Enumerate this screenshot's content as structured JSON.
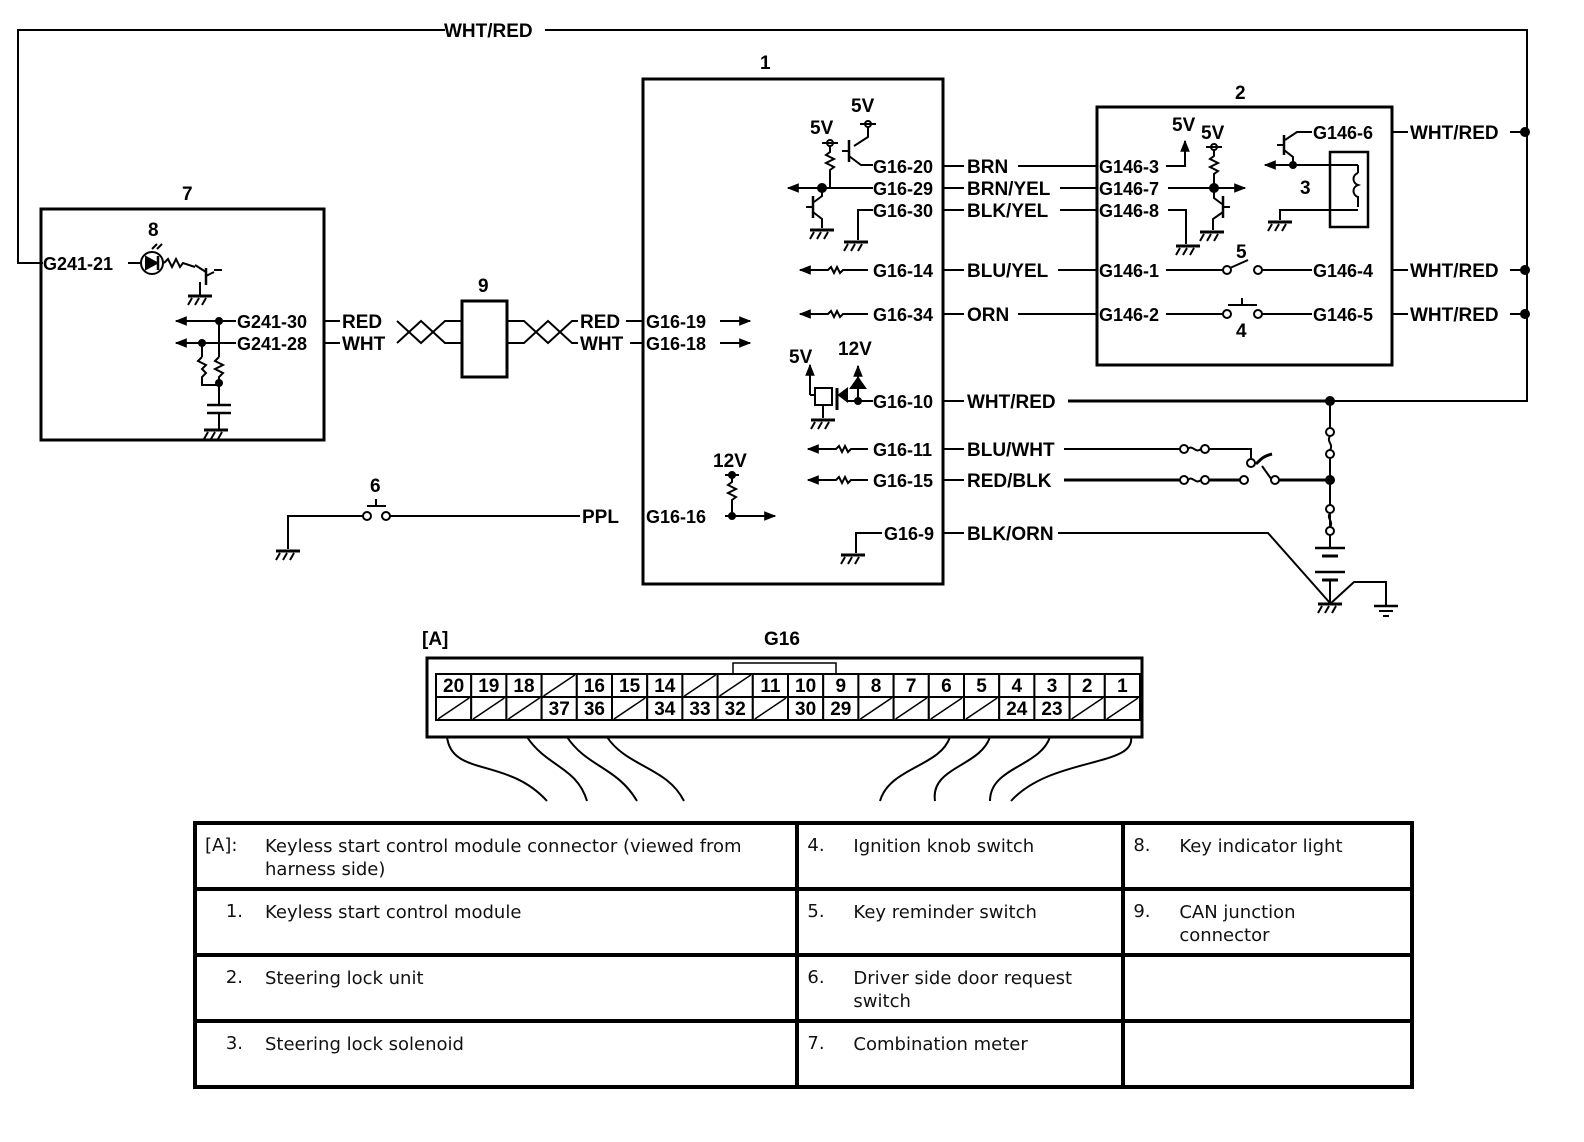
{
  "title": "Keyless start system wiring diagram",
  "top_wire": {
    "color": "WHT/RED"
  },
  "components": {
    "c1": {
      "num": "1",
      "name": "Keyless start control module"
    },
    "c2": {
      "num": "2",
      "name": "Steering lock unit"
    },
    "c3": {
      "num": "3",
      "name": "Steering lock solenoid"
    },
    "c4": {
      "num": "4",
      "name": "Ignition knob switch"
    },
    "c5": {
      "num": "5",
      "name": "Key reminder switch"
    },
    "c6": {
      "num": "6",
      "name": "Driver side door request switch"
    },
    "c7": {
      "num": "7",
      "name": "Combination meter"
    },
    "c8": {
      "num": "8",
      "name": "Key indicator light"
    },
    "c9": {
      "num": "9",
      "name": "CAN junction connector"
    }
  },
  "meter_pins": {
    "p21": "G241-21",
    "p30": "G241-30",
    "p28": "G241-28"
  },
  "can_wires": {
    "left_red": "RED",
    "left_wht": "WHT",
    "right_red": "RED",
    "right_wht": "WHT"
  },
  "module_pins": [
    {
      "pin": "G16-20",
      "wire": "BRN"
    },
    {
      "pin": "G16-29",
      "wire": "BRN/YEL"
    },
    {
      "pin": "G16-30",
      "wire": "BLK/YEL"
    },
    {
      "pin": "G16-14",
      "wire": "BLU/YEL"
    },
    {
      "pin": "G16-34",
      "wire": "ORN"
    },
    {
      "pin": "G16-10",
      "wire": "WHT/RED"
    },
    {
      "pin": "G16-11",
      "wire": "BLU/WHT"
    },
    {
      "pin": "G16-15",
      "wire": "RED/BLK"
    },
    {
      "pin": "G16-9",
      "wire": "BLK/ORN"
    },
    {
      "pin": "G16-19",
      "wire": "RED"
    },
    {
      "pin": "G16-18",
      "wire": "WHT"
    },
    {
      "pin": "G16-16",
      "wire": "PPL"
    }
  ],
  "lock_pins": {
    "p3": "G146-3",
    "p7": "G146-7",
    "p8": "G146-8",
    "p1": "G146-1",
    "p2": "G146-2",
    "p4": "G146-4",
    "p5": "G146-5",
    "p6": "G146-6"
  },
  "lock_wires": {
    "w6": "WHT/RED",
    "w4": "WHT/RED",
    "w5": "WHT/RED"
  },
  "voltages": {
    "v5": "5V",
    "v12": "12V"
  },
  "connector": {
    "label": "[A]",
    "name": "G16",
    "top_row": [
      "20",
      "19",
      "18",
      "",
      "16",
      "15",
      "14",
      "",
      "",
      "11",
      "10",
      "9",
      "8",
      "7",
      "6",
      "5",
      "4",
      "3",
      "2",
      "1"
    ],
    "bottom_row": [
      "",
      "",
      "",
      "37",
      "36",
      "",
      "34",
      "33",
      "32",
      "",
      "30",
      "29",
      "",
      "",
      "",
      "",
      "24",
      "23",
      "",
      ""
    ]
  },
  "legend": [
    [
      {
        "key": "[A]:",
        "text": "Keyless start control module connector (viewed from harness side)"
      },
      {
        "key": "4.",
        "text": "Ignition knob switch"
      },
      {
        "key": "8.",
        "text": "Key indicator light"
      }
    ],
    [
      {
        "key": "1.",
        "text": "Keyless start control module"
      },
      {
        "key": "5.",
        "text": "Key reminder switch"
      },
      {
        "key": "9.",
        "text": "CAN junction connector"
      }
    ],
    [
      {
        "key": "2.",
        "text": "Steering lock unit"
      },
      {
        "key": "6.",
        "text": "Driver side door request switch"
      },
      {
        "key": "",
        "text": ""
      }
    ],
    [
      {
        "key": "3.",
        "text": "Steering lock solenoid"
      },
      {
        "key": "7.",
        "text": "Combination meter"
      },
      {
        "key": "",
        "text": ""
      }
    ]
  ]
}
